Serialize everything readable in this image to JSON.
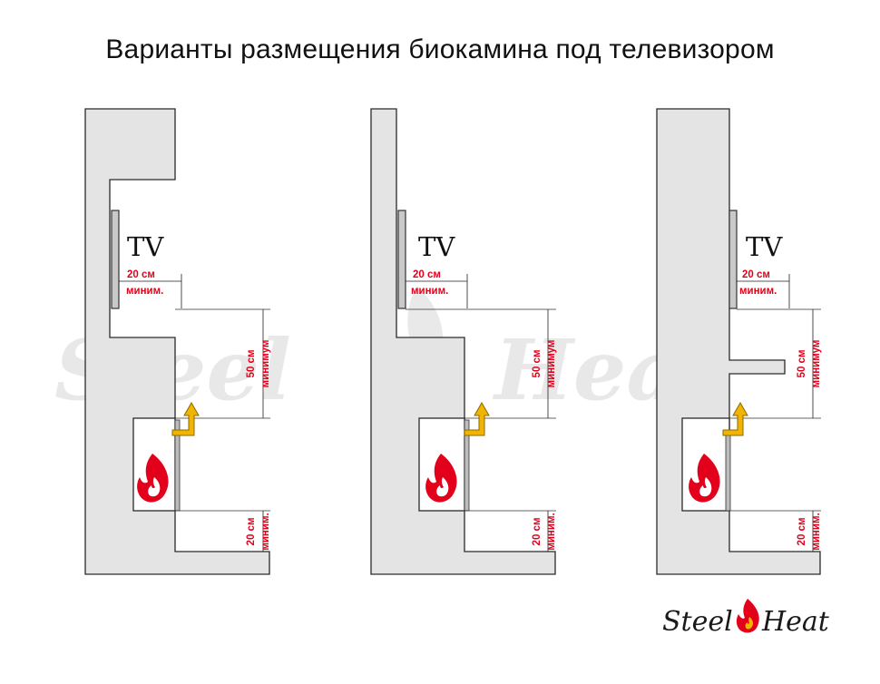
{
  "title": "Варианты размещения биокамина под телевизором",
  "tv_label": "TV",
  "dimensions": {
    "clearance_top_line1": "20 см",
    "clearance_top_line2": "миним.",
    "height_line1": "50 см",
    "height_line2": "минимум",
    "floor_line1": "20 см",
    "floor_line2": "миним."
  },
  "watermark": {
    "left": "Steel",
    "right": "Heat"
  },
  "logo": {
    "left": "Steel",
    "right": "Heat"
  },
  "colors": {
    "accent_red": "#e3001b",
    "arrow_yellow": "#f2b400",
    "wall_gray": "#e4e4e4",
    "outline": "#2a2a2a"
  },
  "icons": [
    "tv-panel-icon",
    "heat-arrow-icon",
    "flame-icon",
    "logo-flame-icon"
  ]
}
